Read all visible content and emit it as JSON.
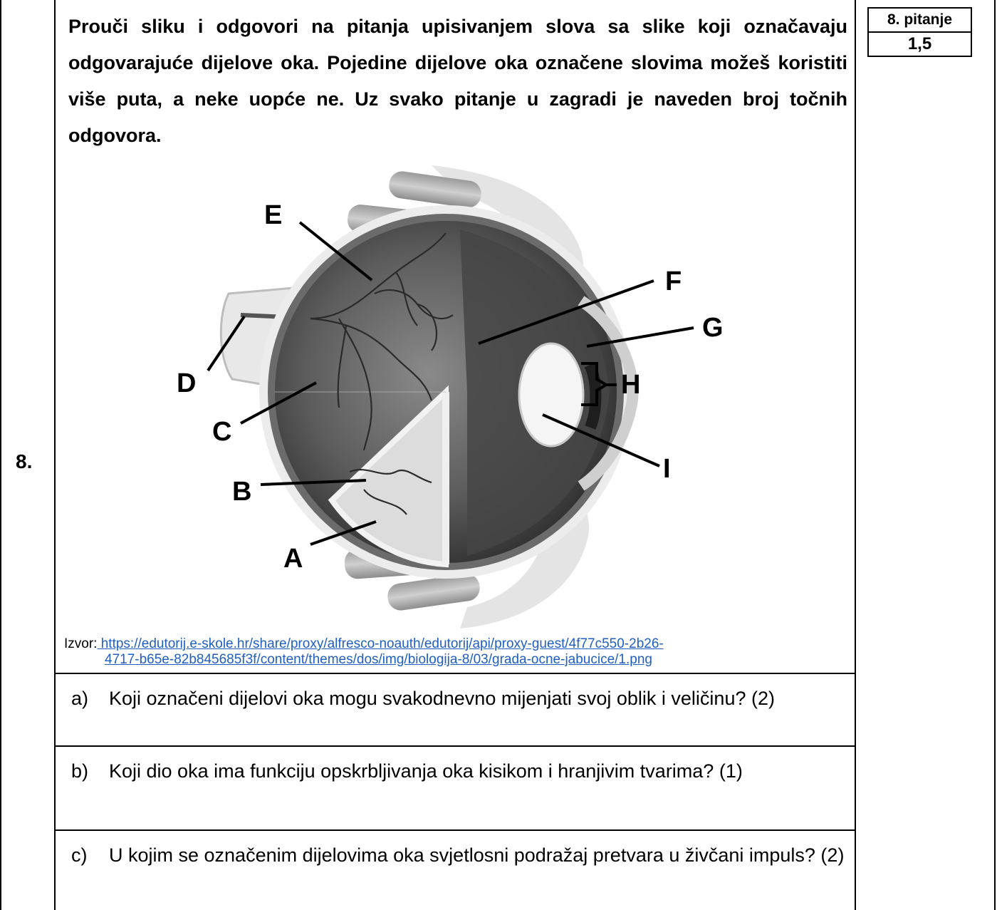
{
  "question_number": "8.",
  "intro": "Prouči sliku i odgovori na pitanja upisivanjem slova sa slike koji označavaju odgovarajuće dijelove oka. Pojedine dijelove oka označene slovima možeš koristiti više puta, a neke uopće ne. Uz svako pitanje u zagradi je naveden broj točnih odgovora.",
  "points": {
    "label": "8. pitanje",
    "value": "1,5"
  },
  "figure": {
    "labels": {
      "A": "A",
      "B": "B",
      "C": "C",
      "D": "D",
      "E": "E",
      "F": "F",
      "G": "G",
      "H": "H",
      "I": "I"
    }
  },
  "source": {
    "prefix": "Izvor:",
    "url_line1": " https://edutorij.e-skole.hr/share/proxy/alfresco-noauth/edutorij/api/proxy-guest/4f77c550-2b26-",
    "url_line2": "4717-b65e-82b845685f3f/content/themes/dos/img/biologija-8/03/grada-ocne-jabucice/1.png"
  },
  "questions": [
    {
      "letter": "a)",
      "text": "Koji označeni dijelovi oka mogu svakodnevno mijenjati svoj oblik i veličinu? (2)"
    },
    {
      "letter": "b)",
      "text": "Koji dio oka ima funkciju opskrbljivanja oka kisikom i hranjivim tvarima? (1)"
    },
    {
      "letter": "c)",
      "text": "U kojim se označenim dijelovima oka svjetlosni podražaj pretvara u živčani impuls? (2)"
    }
  ]
}
